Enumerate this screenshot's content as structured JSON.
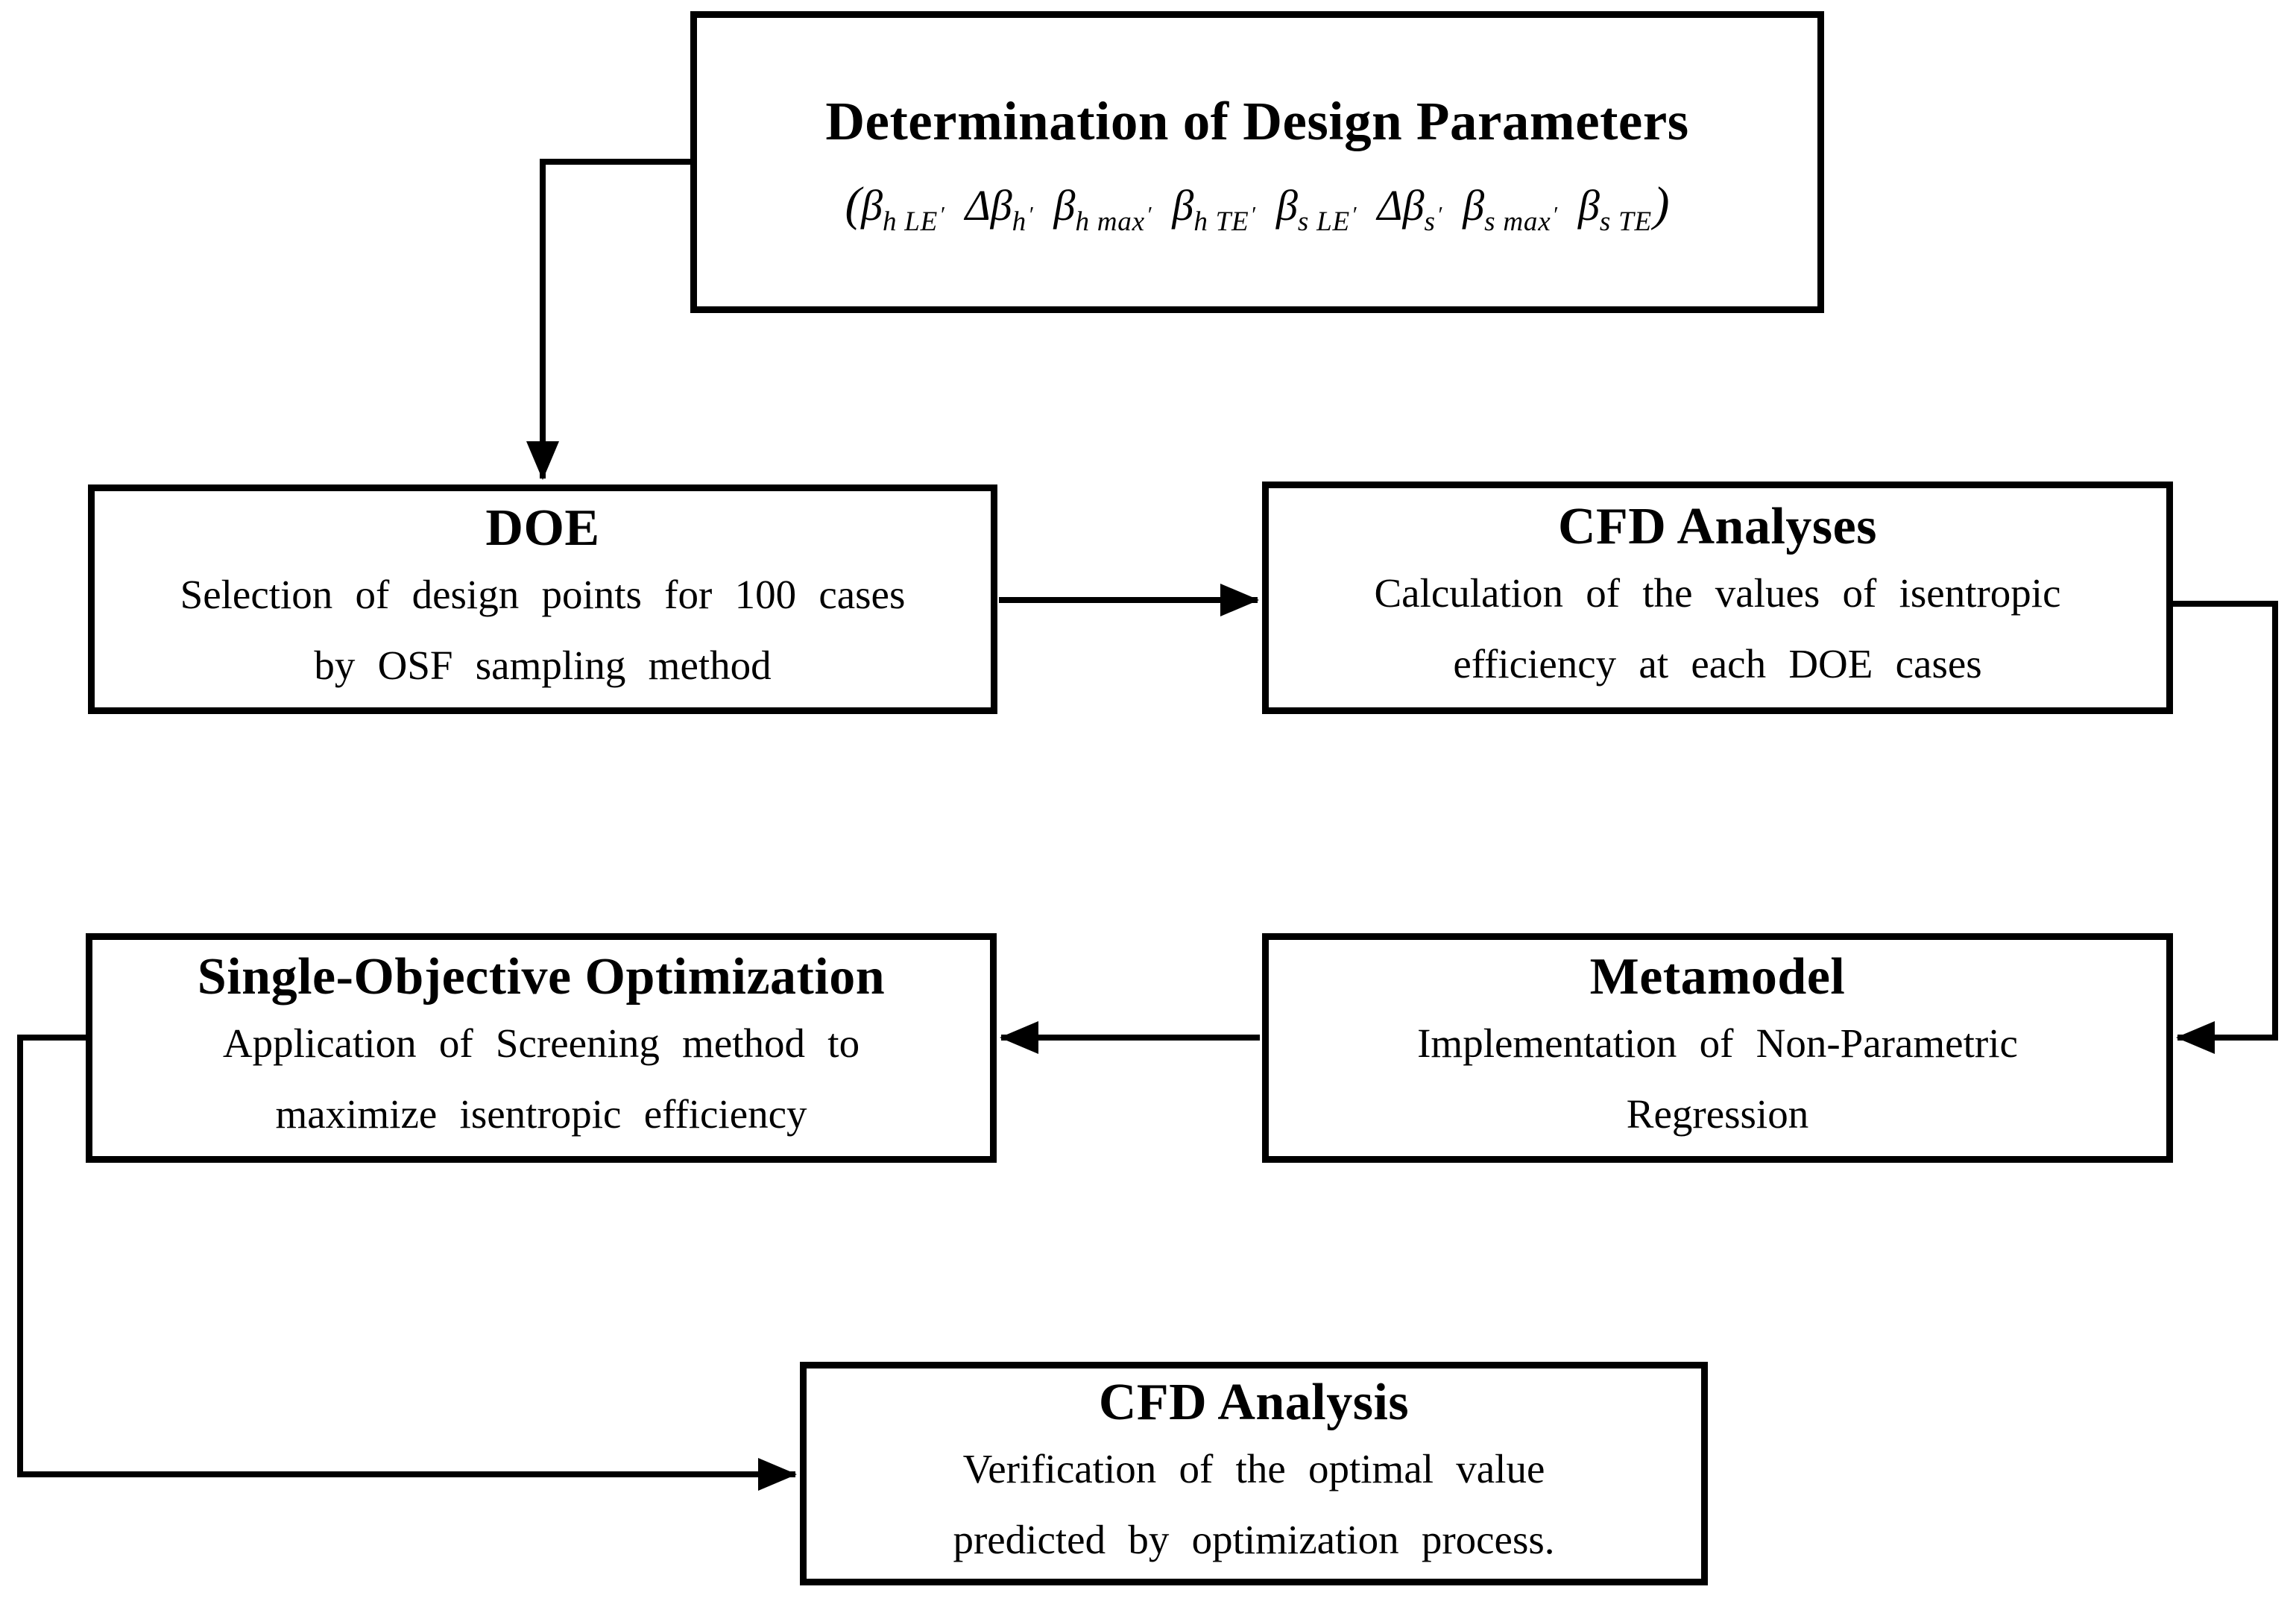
{
  "diagram": {
    "background_color": "#ffffff",
    "line_color": "#000000",
    "boxes": {
      "design_parameters": {
        "title": "Determination of Design Parameters",
        "formula_open": "(",
        "formula_close": ")",
        "params": [
          {
            "base": "β",
            "sub": "h LE",
            "sep": "′"
          },
          {
            "base": "Δβ",
            "sub": "h",
            "sep": "′"
          },
          {
            "base": "β",
            "sub": "h max",
            "sep": "′"
          },
          {
            "base": "β",
            "sub": "h TE",
            "sep": "′"
          },
          {
            "base": "β",
            "sub": "s LE",
            "sep": "′"
          },
          {
            "base": "Δβ",
            "sub": "s",
            "sep": "′"
          },
          {
            "base": "β",
            "sub": "s max",
            "sep": "′"
          },
          {
            "base": "β",
            "sub": "s TE",
            "sep": ""
          }
        ]
      },
      "doe": {
        "title": "DOE",
        "lines": [
          "Selection of design points for 100 cases",
          "by OSF sampling method"
        ]
      },
      "cfd_analyses": {
        "title": "CFD Analyses",
        "lines": [
          "Calculation of the values of isentropic",
          "efficiency at each DOE cases"
        ]
      },
      "metamodel": {
        "title": "Metamodel",
        "lines": [
          "Implementation of Non-Parametric",
          "Regression"
        ]
      },
      "single_objective": {
        "title": "Single-Objective Optimization",
        "lines": [
          "Application of Screening method to",
          "maximize isentropic efficiency"
        ]
      },
      "cfd_analysis": {
        "title": "CFD Analysis",
        "lines": [
          "Verification of the optimal value",
          "predicted by optimization process."
        ]
      }
    },
    "connections": [
      {
        "from": "Determination of Design Parameters",
        "to": "DOE"
      },
      {
        "from": "DOE",
        "to": "CFD Analyses"
      },
      {
        "from": "CFD Analyses",
        "to": "Metamodel"
      },
      {
        "from": "Metamodel",
        "to": "Single-Objective Optimization"
      },
      {
        "from": "Single-Objective Optimization",
        "to": "CFD Analysis"
      }
    ]
  }
}
